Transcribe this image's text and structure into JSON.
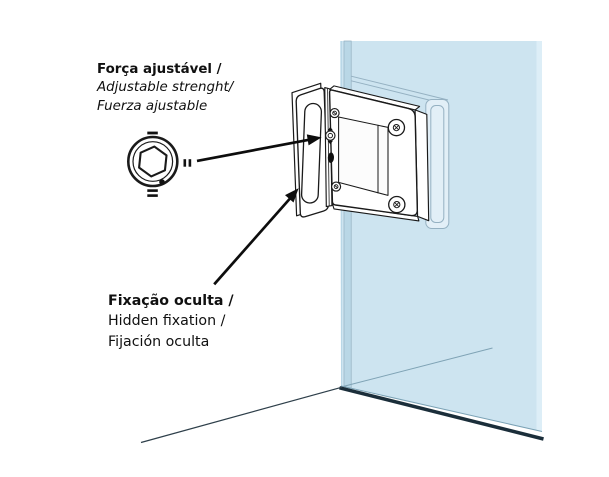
{
  "labels": {
    "adjustable_strength": {
      "pt": "Força ajustável /",
      "en": "Adjustable strenght/",
      "es": "Fuerza ajustable"
    },
    "hidden_fixation": {
      "pt": "Fixação oculta /",
      "en": "Hidden fixation /",
      "es": "Fijación oculta"
    }
  },
  "icons": {
    "hex_socket": "hex-socket-adjustment-icon",
    "arrow": "pointer-arrow-icon"
  },
  "colors": {
    "background": "#ffffff",
    "glass_face": "#cde4f0",
    "glass_left_edge": "#b9d7e6",
    "glass_right_highlight": "#ddeef7",
    "glass_bottom_edge": "#1b2e3a",
    "glass_bottom_thin": "#7ba2b5",
    "outline": "#1a1a1a",
    "light_line": "#95b1c2",
    "floor_line": "#2e3f4a",
    "through_glass_line": "#7fa3b5"
  }
}
